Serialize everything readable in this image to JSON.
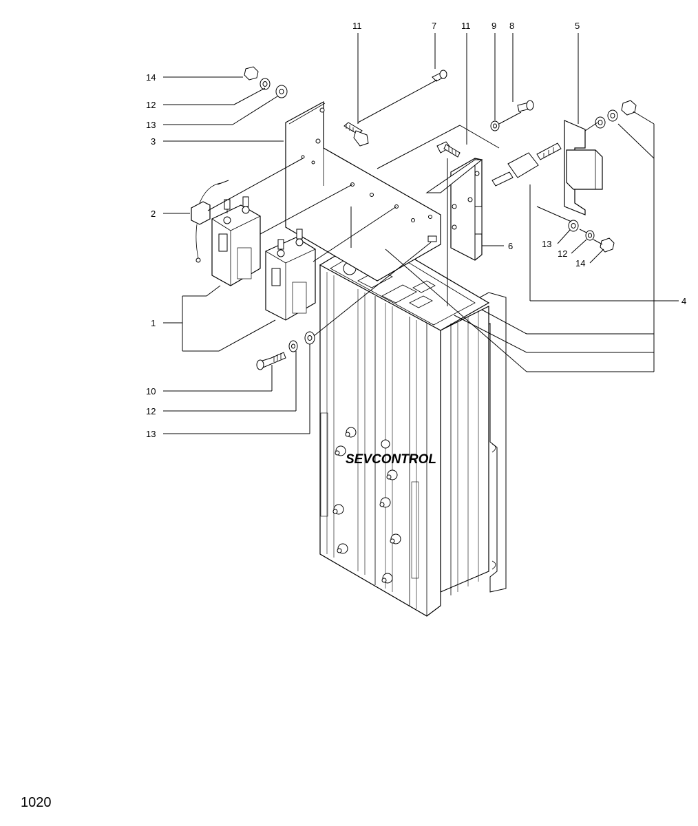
{
  "diagram": {
    "brand_text": "SEVCONTROL",
    "page_number": "1020",
    "callouts": [
      {
        "id": "c-top-11a",
        "text": "11"
      },
      {
        "id": "c-top-7",
        "text": "7"
      },
      {
        "id": "c-top-11b",
        "text": "11"
      },
      {
        "id": "c-top-9",
        "text": "9"
      },
      {
        "id": "c-top-8",
        "text": "8"
      },
      {
        "id": "c-top-5",
        "text": "5"
      },
      {
        "id": "c-left-14",
        "text": "14"
      },
      {
        "id": "c-left-12",
        "text": "12"
      },
      {
        "id": "c-left-13",
        "text": "13"
      },
      {
        "id": "c-left-3",
        "text": "3"
      },
      {
        "id": "c-left-2",
        "text": "2"
      },
      {
        "id": "c-left-1",
        "text": "1"
      },
      {
        "id": "c-left-10",
        "text": "10"
      },
      {
        "id": "c-left-12b",
        "text": "12"
      },
      {
        "id": "c-left-13b",
        "text": "13"
      },
      {
        "id": "c-right-6",
        "text": "6"
      },
      {
        "id": "c-right-13",
        "text": "13"
      },
      {
        "id": "c-right-12",
        "text": "12"
      },
      {
        "id": "c-right-14",
        "text": "14"
      },
      {
        "id": "c-right-4",
        "text": "4"
      }
    ]
  }
}
